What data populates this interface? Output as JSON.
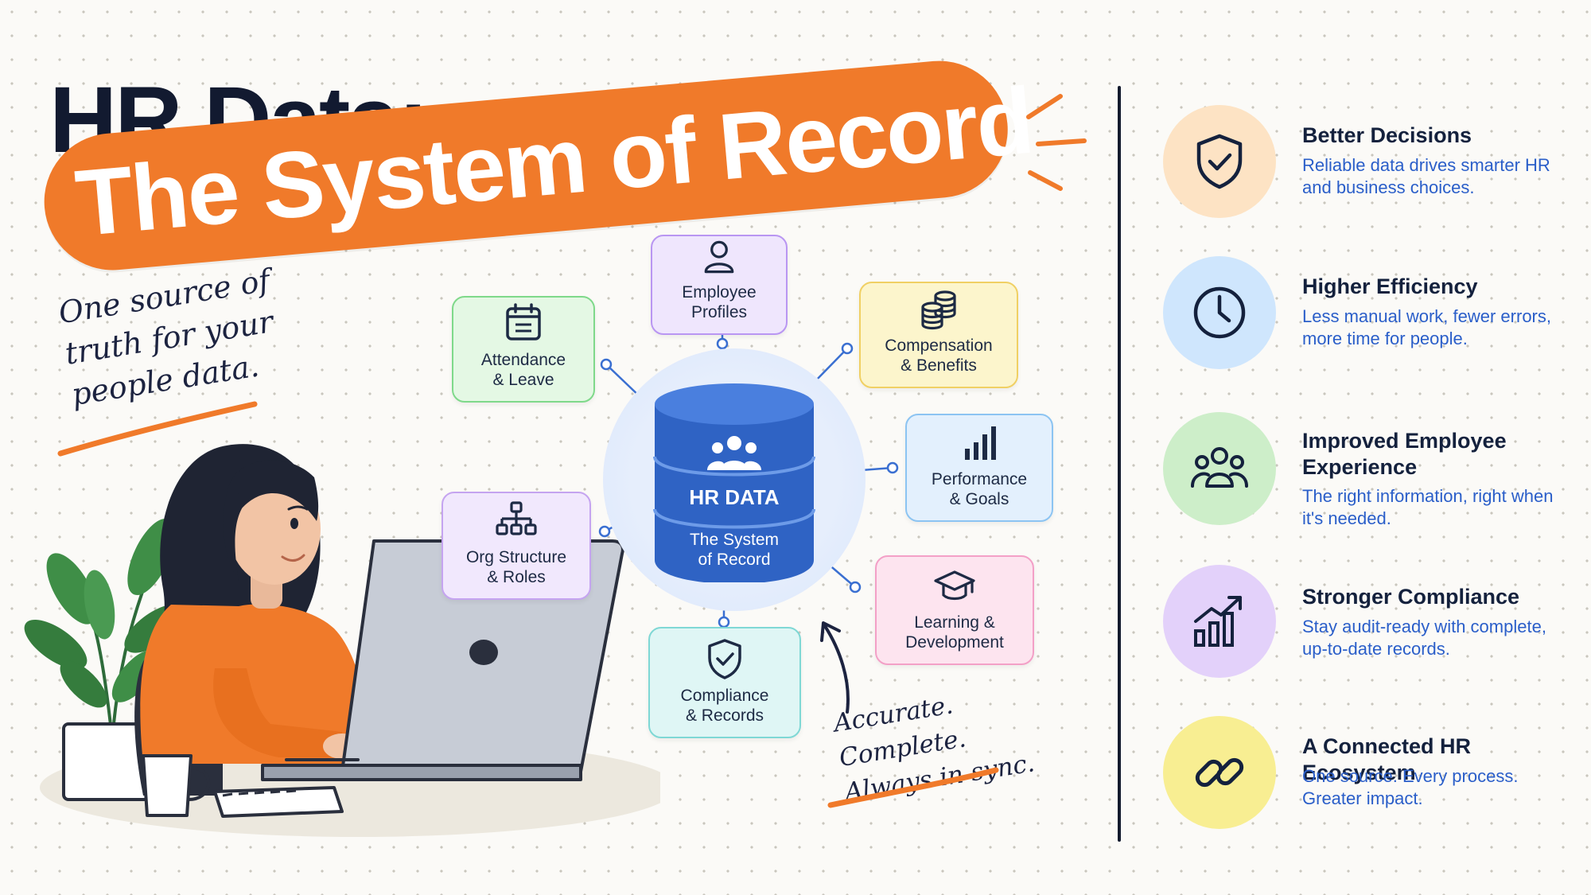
{
  "title": {
    "line1": "HR Data:",
    "line2": "The System of Record"
  },
  "tagline": "One source of truth for your people data.",
  "hub": {
    "title": "HR DATA",
    "subtitle_line1": "The System",
    "subtitle_line2": "of Record",
    "icon": "people-group-icon"
  },
  "nodes": [
    {
      "id": "employee-profiles",
      "label": "Employee\nProfiles",
      "icon": "person-icon",
      "color": "#b996f2",
      "fill": "#efe6fd"
    },
    {
      "id": "attendance-leave",
      "label": "Attendance\n& Leave",
      "icon": "calendar-icon",
      "color": "#7fd98a",
      "fill": "#e4f8e4"
    },
    {
      "id": "compensation-benefits",
      "label": "Compensation\n& Benefits",
      "icon": "coins-icon",
      "color": "#f0d064",
      "fill": "#fcf5cc"
    },
    {
      "id": "performance-goals",
      "label": "Performance\n& Goals",
      "icon": "bar-chart-icon",
      "color": "#8cc4f2",
      "fill": "#e3f0fd"
    },
    {
      "id": "org-structure-roles",
      "label": "Org Structure\n& Roles",
      "icon": "org-chart-icon",
      "color": "#c5a4f0",
      "fill": "#f1e8fd"
    },
    {
      "id": "learning-development",
      "label": "Learning &\nDevelopment",
      "icon": "graduation-cap-icon",
      "color": "#f3a0c7",
      "fill": "#fde4ef"
    },
    {
      "id": "compliance-records",
      "label": "Compliance\n& Records",
      "icon": "shield-check-icon",
      "color": "#7fd8d5",
      "fill": "#dff6f5"
    }
  ],
  "annotation": {
    "line1": "Accurate. Complete.",
    "line2": "Always in sync."
  },
  "benefits": [
    {
      "title": "Better Decisions",
      "description": "Reliable data drives smarter HR and business choices.",
      "icon": "shield-check-icon",
      "color": "#fde3c4"
    },
    {
      "title": "Higher Efficiency",
      "description": "Less manual work, fewer errors, more time for people.",
      "icon": "clock-icon",
      "color": "#cfe6fd"
    },
    {
      "title": "Improved Employee Experience",
      "description": "The right information, right when it's needed.",
      "icon": "people-group-icon",
      "color": "#cdeec9"
    },
    {
      "title": "Stronger Compliance",
      "description": "Stay audit-ready with complete, up-to-date records.",
      "icon": "growth-chart-icon",
      "color": "#e3d1fa"
    },
    {
      "title": "A Connected HR Ecosystem",
      "description": "One source. Every process. Greater impact.",
      "icon": "link-icon",
      "color": "#f8ee92"
    }
  ],
  "colors": {
    "accent_orange": "#f07a2a",
    "hub_blue": "#2f63c4",
    "description_blue": "#2a5ec9",
    "ink": "#14213d"
  }
}
